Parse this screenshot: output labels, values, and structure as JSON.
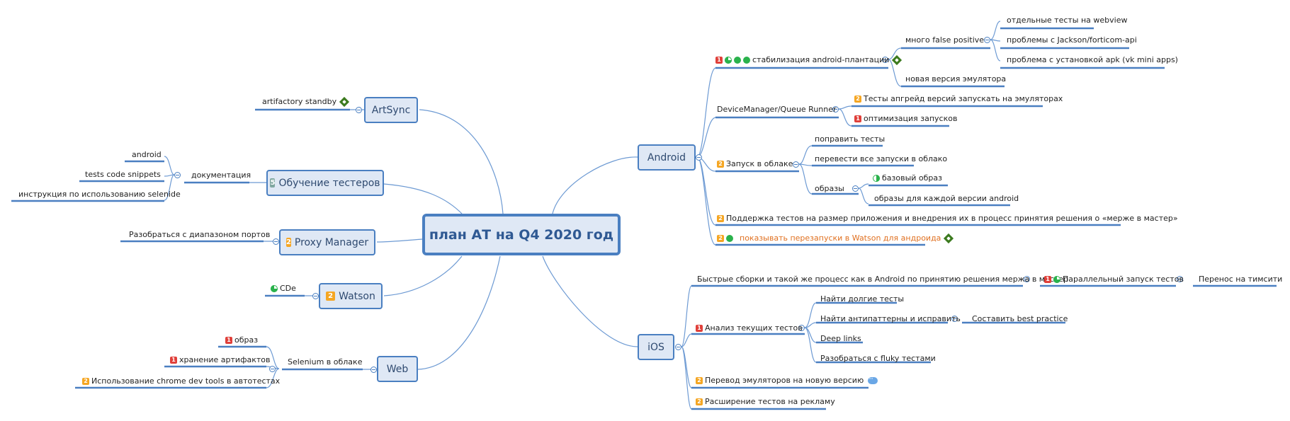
{
  "root": {
    "title": "план АТ на Q4 2020 год"
  },
  "right": {
    "android": {
      "label": "Android",
      "stabilization": {
        "label": "стабилизация android-плантации",
        "false_positive": "много false positive",
        "webview": "отдельные тесты на webview",
        "jackson": "проблемы с Jackson/forticom-api",
        "apk": "проблема с установкой apk (vk mini apps)",
        "emulator": "новая версия эмулятора"
      },
      "device_manager": {
        "label": "DeviceManager/Queue Runner",
        "upgrade": "Тесты апгрейд версий запускать на эмуляторах",
        "optimization": "оптимизация запусков"
      },
      "cloud": {
        "label": "Запуск в облаке",
        "fix": "поправить тесты",
        "move": "перевести все запуски в облако",
        "images": "образы",
        "base_image": "базовый образ",
        "per_version": "образы для каждой версии android"
      },
      "size_tests": "Поддержка тестов на размер приложения и внедрения их в процесс принятия решения о «мерже в мастер»",
      "watson_restarts": "показывать перезапуски в Watson для андроида"
    },
    "ios": {
      "label": "iOS",
      "fast_builds": "Быстрые сборки и такой же процесс как в Android по принятию решения мержа в мастер",
      "parallel": "Параллельный запуск тестов",
      "teamcity": "Перенос на тимсити",
      "analysis": {
        "label": "Анализ текущих тестов",
        "long": "Найти долгие тесты",
        "antipatterns": "Найти антипаттерны и исправить",
        "best_practice": "Составить best practice",
        "deep_links": "Deep links",
        "flaky": "Разобраться с fluky тестами"
      },
      "emulators": "Перевод эмуляторов на новую версию",
      "ads": "Расширение тестов на рекламу"
    }
  },
  "left": {
    "artsync": {
      "label": "ArtSync",
      "standby": "artifactory standby"
    },
    "training": {
      "label": "Обучение тестеров",
      "priority": "5",
      "docs": "документация",
      "android": "android",
      "snippets": "tests code snippets",
      "selenide": "инструкция по использованию selenide"
    },
    "proxy": {
      "label": "Proxy Manager",
      "priority": "2",
      "ports": "Разобраться с диапазоном портов"
    },
    "watson": {
      "label": "Watson",
      "priority": "2",
      "cde": "CDe"
    },
    "web": {
      "label": "Web",
      "selenium": "Selenium в облаке",
      "image": "образ",
      "artifacts": "хранение артифактов",
      "chrome": "Использование chrome dev tools в автотестах"
    }
  },
  "priority_labels": {
    "one": "1",
    "two": "2"
  },
  "colors": {
    "line": "#4a7fc1",
    "node_fill": "#dfe8f5",
    "accent_orange": "#e07020"
  }
}
